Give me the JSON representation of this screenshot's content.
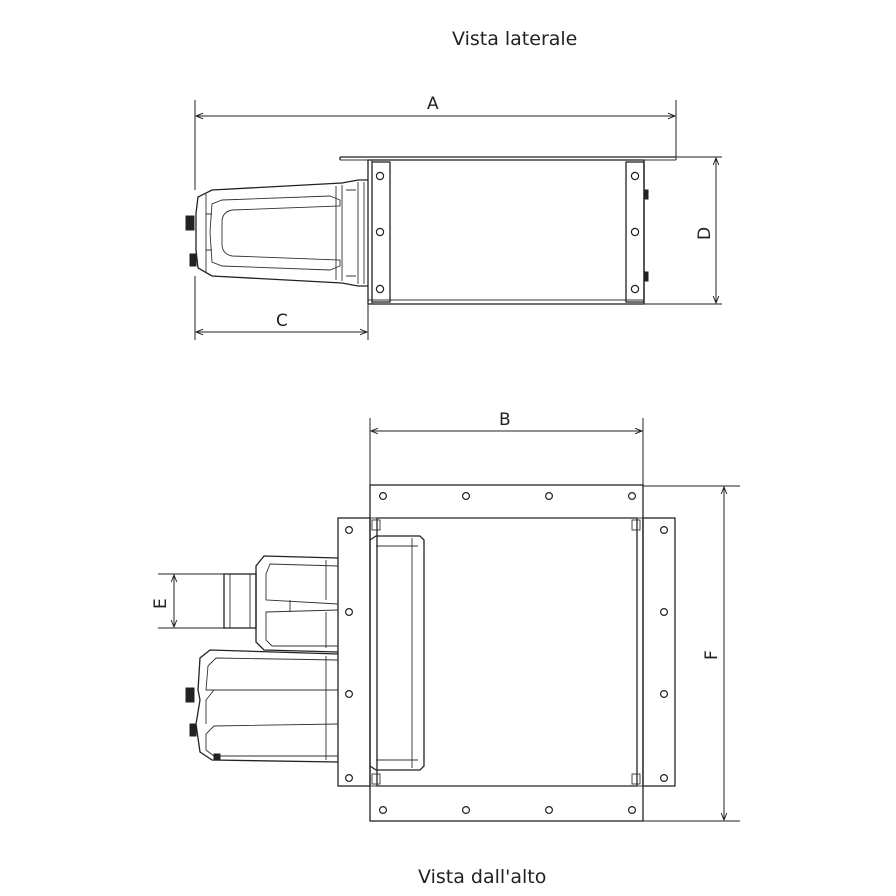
{
  "views": {
    "side_title": "Vista laterale",
    "top_title": "Vista dall'alto"
  },
  "dimensions": {
    "a": "A",
    "b": "B",
    "c": "C",
    "d": "D",
    "e": "E",
    "f": "F"
  },
  "colors": {
    "line": "#222222",
    "background": "#ffffff"
  }
}
